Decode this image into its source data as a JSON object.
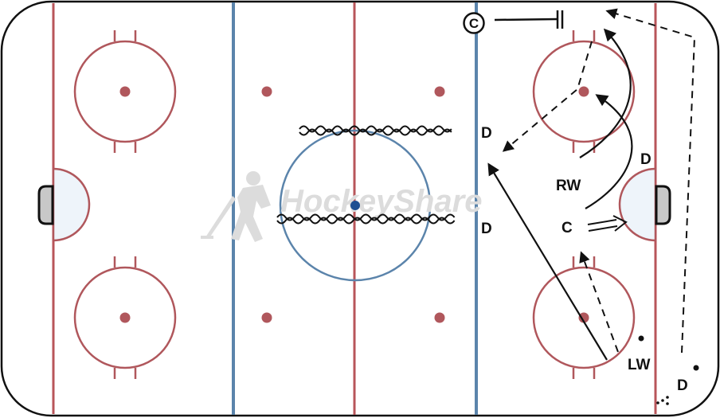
{
  "watermark": {
    "text": "HockeyShare",
    "icon": "hockey-player-silhouette-icon"
  },
  "players": {
    "d_top_middle": "D",
    "d_bottom_middle": "D",
    "d_right_crease": "D",
    "d_bottom_corner": "D",
    "rw": "RW",
    "c": "C",
    "lw": "LW"
  },
  "coach_symbol": "C",
  "colors": {
    "red_line": "#b8555a",
    "blue_line": "#5b84ab",
    "faceoff_circle": "#b0575c",
    "center_dot": "#1e4f92",
    "crease_fill": "#eef4fa",
    "net_fill": "#c8c8c8",
    "board": "#111111",
    "watermark": "#dcdcdc"
  }
}
